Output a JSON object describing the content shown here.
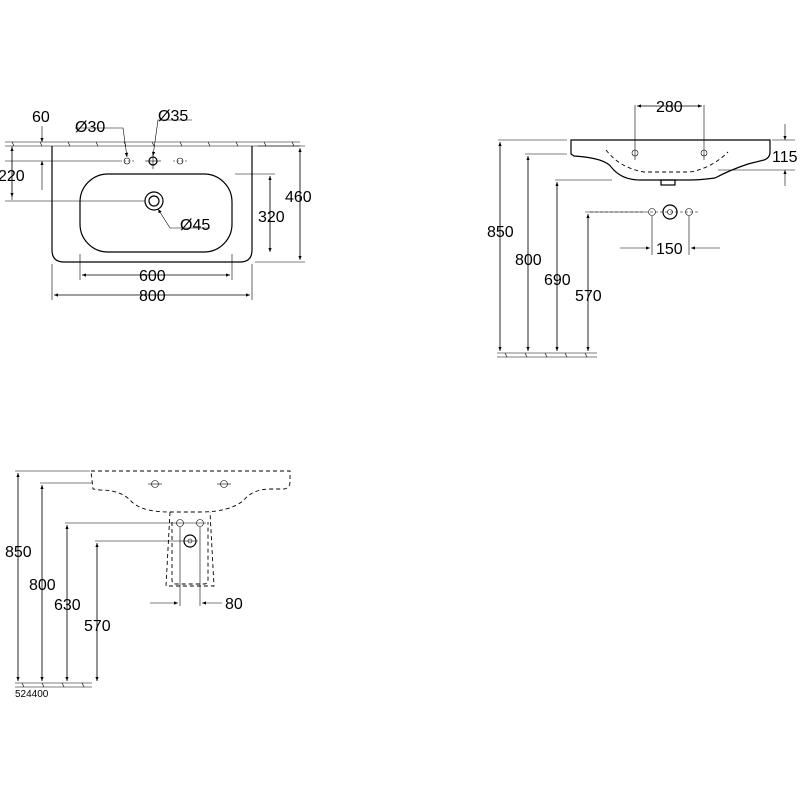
{
  "top_view": {
    "dim_60": "60",
    "dim_dia30": "Ø30",
    "dim_dia35": "Ø35",
    "dim_220": "220",
    "dim_460": "460",
    "dim_320": "320",
    "dim_dia45": "Ø45",
    "dim_600": "600",
    "dim_800": "800"
  },
  "side_view": {
    "dim_280": "280",
    "dim_115": "115",
    "dim_850": "850",
    "dim_800": "800",
    "dim_690": "690",
    "dim_570": "570",
    "dim_150": "150"
  },
  "front_view": {
    "dim_850": "850",
    "dim_800": "800",
    "dim_630": "630",
    "dim_570": "570",
    "dim_80": "80"
  },
  "product_code": "524400"
}
